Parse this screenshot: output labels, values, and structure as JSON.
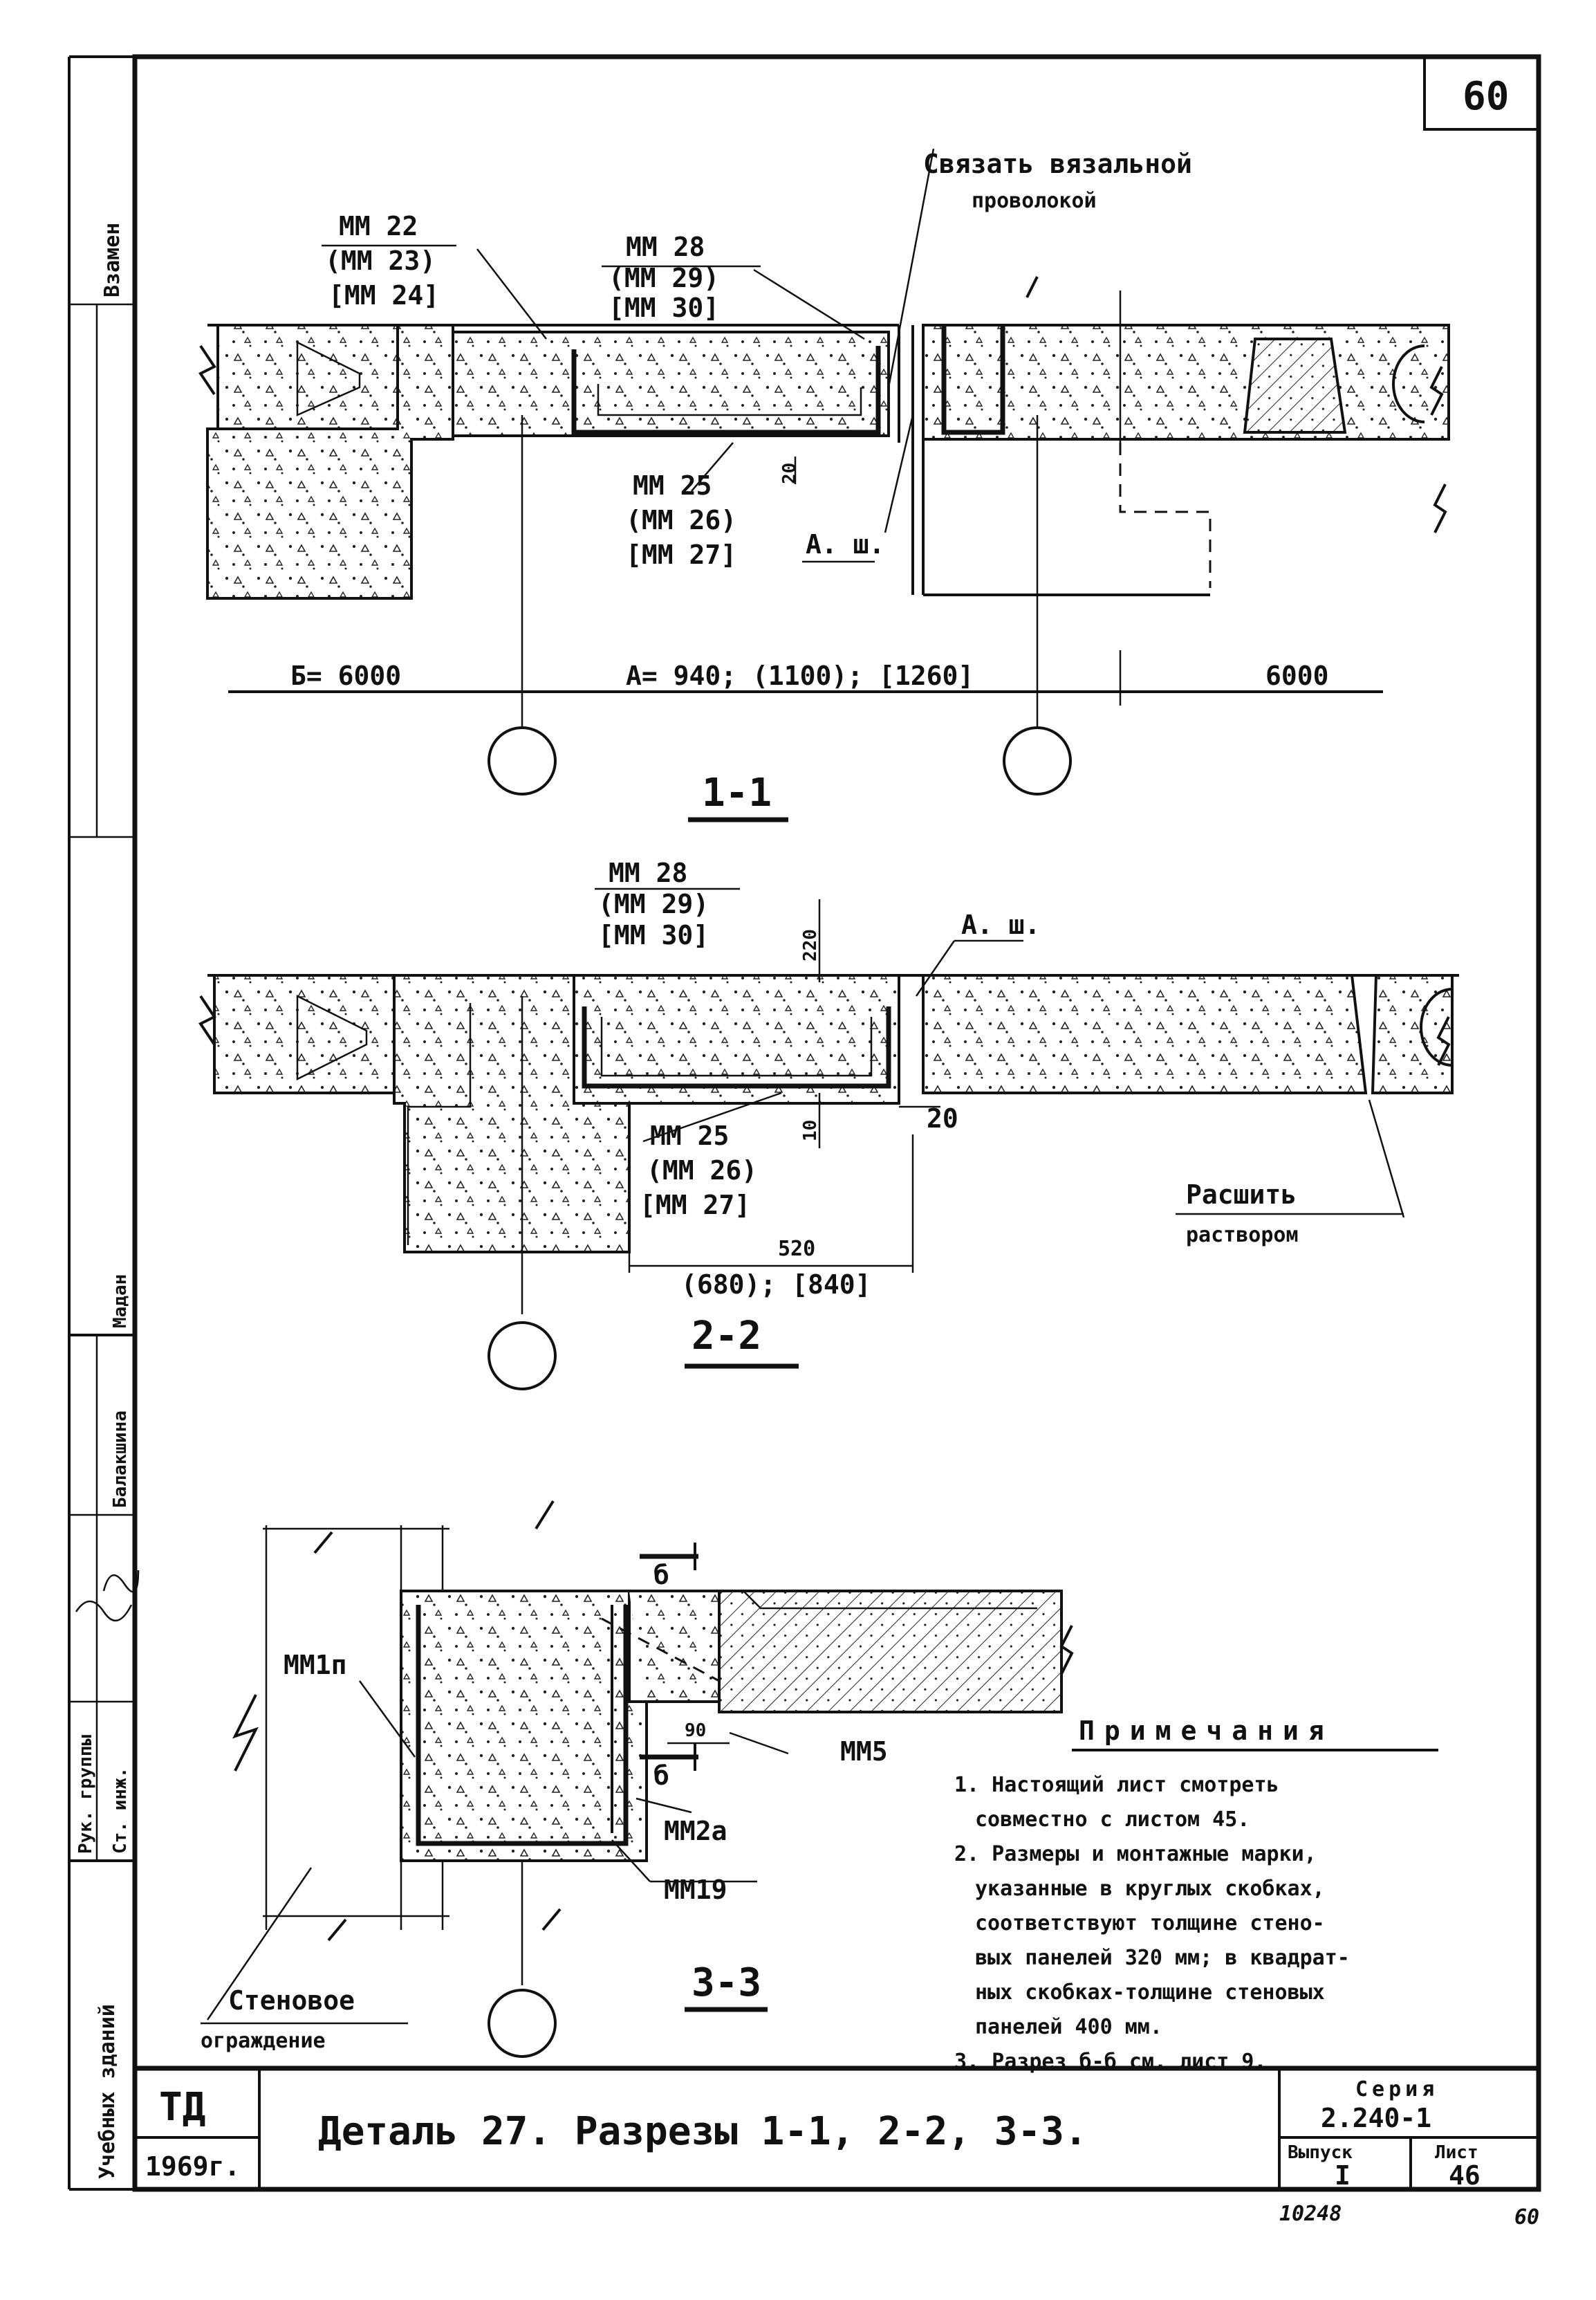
{
  "sheet_number_top": "60",
  "side_stamp": {
    "vzamen": "Взамен",
    "ruk_gruppy": "Рук. группы",
    "st_inzh": "Ст. инж.",
    "name1": "Балакшина",
    "name2": "Мадан",
    "org": "Учебных зданий"
  },
  "section_1_1": {
    "callout_wire": [
      "Связать вязальной",
      "проволокой"
    ],
    "mark_left": [
      "ММ 22",
      "(ММ 23)",
      "[ММ 24]"
    ],
    "mark_top": [
      "ММ 28",
      "(ММ 29)",
      "[ММ 30]"
    ],
    "mark_bottom": [
      "ММ 25",
      "(ММ 26)",
      "[ММ 27]"
    ],
    "dim_20": "20",
    "label_ash": "А. ш.",
    "dim_b": "Б= 6000",
    "dim_a": "А= 940; (1100); [1260]",
    "dim_right": "6000",
    "title": "1-1"
  },
  "section_2_2": {
    "mark_top": [
      "ММ 28",
      "(ММ 29)",
      "[ММ 30]"
    ],
    "dim_220": "220",
    "label_ash": "А. ш.",
    "mark_bottom": [
      "ММ 25",
      "(ММ 26)",
      "[ММ 27]"
    ],
    "dim_10": "10",
    "dim_20": "20",
    "callout_mortar": [
      "Расшить",
      "раствором"
    ],
    "dim_520": "520",
    "dim_520_alt": "(680); [840]",
    "title": "2-2"
  },
  "section_3_3": {
    "cut_label_top": "б",
    "cut_label_bottom": "б",
    "mark_mm1p": "ММ1п",
    "mark_mm5": "ММ5",
    "dim_90": "90",
    "mark_mm2a": "ММ2а",
    "mark_mm19": "ММ19",
    "wall_label": [
      "Стеновое",
      "ограждение"
    ],
    "title": "3-3"
  },
  "notes": {
    "heading": "Примечания",
    "items": [
      "1. Настоящий лист смотреть",
      "совместно с листом 45.",
      "2. Размеры и монтажные марки,",
      "указанные в круглых скобках,",
      "соответствуют толщине стено-",
      "вых панелей 320 мм; в квадрат-",
      "ных скобках-толщине стеновых",
      "панелей 400 мм.",
      "3. Разрез б-б см. лист 9."
    ]
  },
  "title_block": {
    "org": "ТД",
    "year": "1969г.",
    "title": "Деталь 27. Разрезы 1-1, 2-2, 3-3.",
    "series_label": "Серия",
    "series_value": "2.240-1",
    "issue_label": "Выпуск",
    "issue_value": "I",
    "sheet_label": "Лист",
    "sheet_value": "46"
  },
  "footer": {
    "inv_number": "10248",
    "page": "60"
  }
}
